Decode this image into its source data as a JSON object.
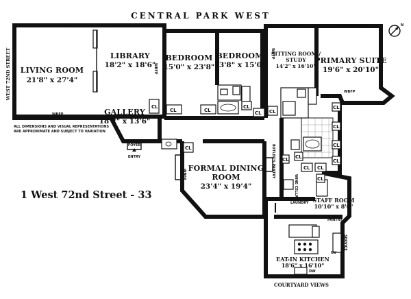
{
  "streets": {
    "top": "CENTRAL PARK WEST",
    "left": "WEST 72ND STREET",
    "bottom": "COURTYARD VIEWS",
    "service": "SERVICE",
    "entry": "ENTRY"
  },
  "rooms": {
    "living": {
      "name": "LIVING ROOM",
      "dim": "21'8\" x 27'4\""
    },
    "library": {
      "name": "LIBRARY",
      "dim": "18'2\" x 18'6\""
    },
    "bedroom1": {
      "name": "BEDROOM",
      "dim": "15'0\" x 23'8\""
    },
    "bedroom2": {
      "name": "BEDROOM",
      "dim": "13'8\" x 15'0\""
    },
    "sitting": {
      "name1": "SITTING ROOM /",
      "name2": "STUDY",
      "dim": "14'2\" x 16'10\""
    },
    "primary": {
      "name": "PRIMARY SUITE",
      "dim": "19'6\" x 20'10\""
    },
    "gallery": {
      "name": "GALLERY",
      "dim": "18'2\" x 13'6\""
    },
    "foyer": {
      "name": "FOYER"
    },
    "dining": {
      "name1": "FORMAL DINING",
      "name2": "ROOM",
      "dim": "23'4\" x 19'4\""
    },
    "staff": {
      "name": "STAFF ROOM",
      "dim": "10'10\" x 8'6\""
    },
    "kitchen": {
      "name": "EAT-IN KITCHEN",
      "dim": "18'6\" x 16'10\""
    }
  },
  "labels": {
    "closet": "CL",
    "wbfp": "WBFP",
    "butlers_pantry": "BUTLER'S PANTRY",
    "wine_cellar": "WINE CELLAR",
    "laundry": "LAUNDRY",
    "pantry": "PANTRY",
    "dw": "DW",
    "ov": "OV"
  },
  "disclaimer": {
    "line1": "ALL DIMENSIONS AND VISUAL REPRESENTATIONS",
    "line2": "ARE APPROXIMATE AND SUBJECT TO VARIATION"
  },
  "address": "1 West 72nd Street - 33",
  "compass": {
    "label": "N",
    "icon": "compass-icon"
  }
}
